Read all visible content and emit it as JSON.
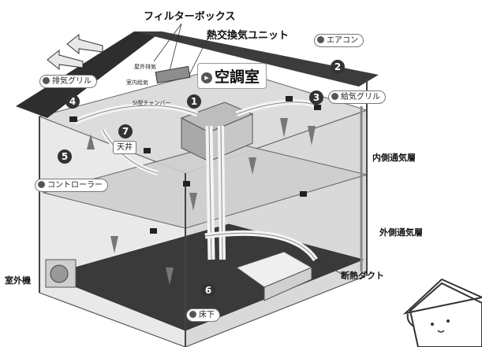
{
  "labels": {
    "filter_box": "フィルターボックス",
    "heat_exchange_unit": "熱交換気ユニット",
    "air_conditioner": "エアコン",
    "exhaust_grille": "排気グリル",
    "supply_grille": "給気グリル",
    "air_conditioning_room": "空調室",
    "ceiling": "天井",
    "controller": "コントローラー",
    "inner_ventilation_layer": "内側通気層",
    "outer_ventilation_layer": "外側通気層",
    "outdoor_unit": "室外機",
    "insulated_duct": "断熱ダクト",
    "underfloor": "床下",
    "outdoor_exhaust": "屋外排気",
    "indoor_supply": "室内給気",
    "chamber": "SI型チャンバー"
  },
  "numbers": [
    "1",
    "2",
    "3",
    "4",
    "5",
    "6",
    "7"
  ],
  "colors": {
    "ink": "#111111",
    "house_wall": "#e6e6e6",
    "roof": "#2e2e2e",
    "duct": "#f2f2f2",
    "floor": "#3a3a3a"
  }
}
